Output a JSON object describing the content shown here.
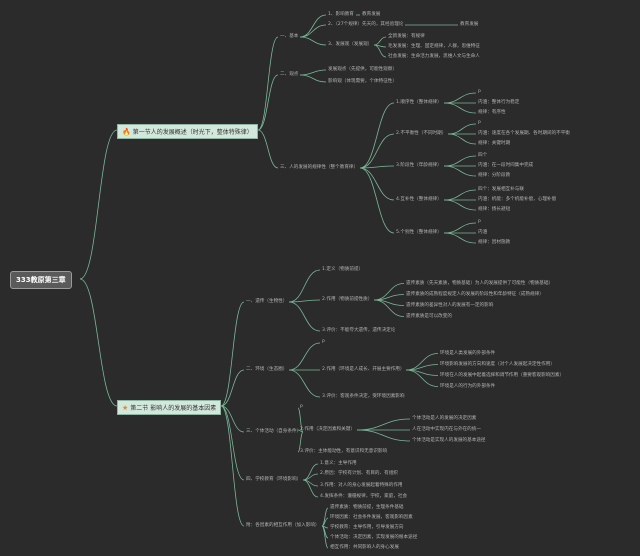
{
  "root": {
    "label": "333教原第三章"
  },
  "section1": {
    "icon": "flame-icon",
    "icon_char": "🔥",
    "label": "第一节人的发展概述（时光下，整体特殊律）"
  },
  "section2": {
    "icon": "star-icon",
    "icon_char": "★",
    "label": "第二节 影响人的发展的基本因素"
  },
  "s1": {
    "b1": {
      "label": "一、基本",
      "items": [
        {
          "label": "1、影响教育",
          "sub": "教育发展"
        },
        {
          "label": "2、（27个规律）先天的，其经验理论",
          "sub": "教育发展"
        },
        {
          "label": "3、发展观（发展观）",
          "subs": [
            "全新发展：有规律",
            "毛发发展：生理、固定规律，人群，思维特征",
            "社会发展：生命活力发展，思维人文与生命人"
          ]
        }
      ]
    },
    "b2": {
      "label": "二、观点",
      "items": [
        "发展观点（先提供，可能性观察）",
        "影响观（体现需要，个体特征性）"
      ]
    },
    "b3": {
      "label": "三、人的发展的规律性（整个教育律）",
      "items": [
        {
          "label": "1.顺序性（整体规律）",
          "subs": [
            "P",
            "内涵：整体行为稳定",
            "规律：有序性"
          ]
        },
        {
          "label": "2.不平衡性（不同时期）",
          "subs": [
            "P",
            "内涵：速度在各个发展期、各时期间的不平衡",
            "规律：关键时期"
          ]
        },
        {
          "label": "3.阶段性（年龄规律）",
          "subs": [
            "四个",
            "内涵：在一段时间集中完成",
            "规律：分阶段教"
          ]
        },
        {
          "label": "4.互补性（整体规律）",
          "subs": [
            "四个：发展相互补与联",
            "内涵：机能：多个机能补偿，心理补偿",
            "规律：扬长避短"
          ]
        },
        {
          "label": "5.个别性（整体规律）",
          "subs": [
            "P",
            "内涵",
            "规律：因材施教"
          ]
        }
      ]
    }
  },
  "s2": {
    "b1": {
      "label": "一、遗传（生物性）",
      "items": [
        {
          "label": "1.定义（物质前提）",
          "subs": []
        },
        {
          "label": "2.作用（物质前提性质）",
          "subs": [
            "遗传素质（先天素质，物质基础）为人的发展提供了可能性（物质基础）",
            "遗传素质的成熟程度规定人的发展的阶段性和年龄特征（成熟规律）",
            "遗传素质的差异性对人的发展有一定的影响",
            "遗传素质是可以改变的"
          ]
        },
        {
          "label": "3.评价：不能夸大遗传，遗传决定论",
          "subs": []
        }
      ]
    },
    "b2": {
      "label": "二、环境（生态圈）",
      "items": [
        {
          "label": "P",
          "subs": []
        },
        {
          "label": "2.作用（环境是人成长、开展主要作用）",
          "subs": [
            "环境是人类发展的外部条件",
            "环境影响发展的方向和速度（对个人发展起决定性作用）",
            "环境在人的发展中起着选择和调节作用（重要客观影响因素）",
            "环境是人的行为的外部条件"
          ]
        },
        {
          "label": "3.评价：客观条件决定，受环境因素影响",
          "subs": []
        }
      ]
    },
    "b3": {
      "label": "三、个体活动（自身条件）",
      "items": [
        {
          "label": "P",
          "subs": []
        },
        {
          "label": "2.作用（决定因素和关键）",
          "subs": [
            "个体活动是人的发展的决定因素",
            "人在活动中实现内在与外在的统一",
            "个体活动是实现人的发展的基本途径"
          ]
        },
        {
          "label": "3.评价：主体能动性，有意识和无意识影响",
          "subs": []
        }
      ]
    },
    "b4": {
      "label": "四、学校教育（环境影响）",
      "items": [
        "1.意义：主导作用",
        "2.原因：学校有计划、有目的、有组织",
        "3.作用：对人的身心发展起着特殊的作用",
        "4.发挥条件：遵循规律，学校，家庭，社会"
      ]
    },
    "b5": {
      "label": "附：各因素的相互作用（加入影响）",
      "items": [
        "遗传素质：物质前提，生理条件基础",
        "环境因素：社会条件发展，客观影响因素",
        "学校教育：主导作用，引导发展方向",
        "个体活动：决定因素，实现发展的根本途径",
        "相互作用：共同影响人的身心发展"
      ]
    }
  }
}
